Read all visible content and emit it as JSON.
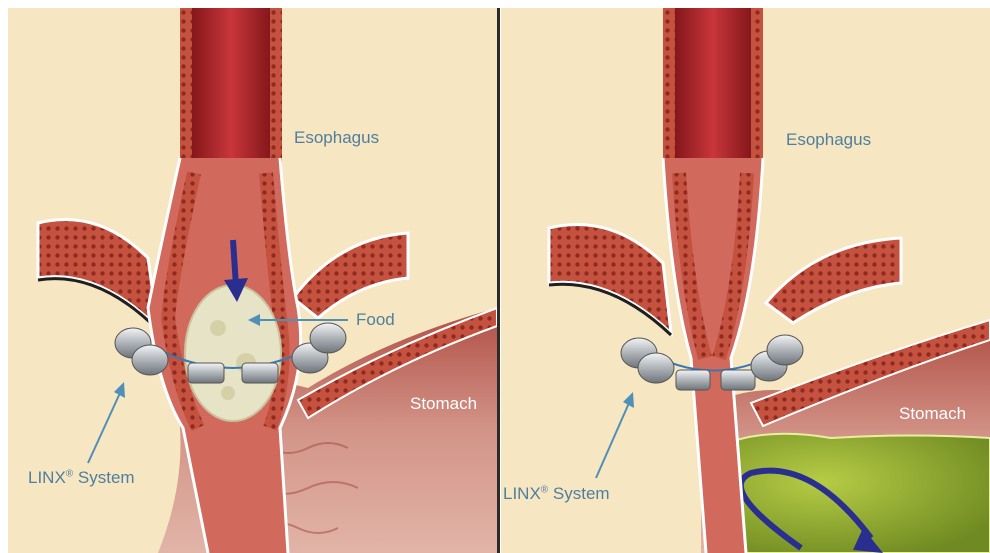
{
  "panels": [
    {
      "id": "left",
      "labels": {
        "esophagus": "Esophagus",
        "food": "Food",
        "stomach": "Stomach",
        "linx_name": "LINX",
        "linx_registered": "®",
        "linx_suffix": " System"
      }
    },
    {
      "id": "right",
      "labels": {
        "esophagus": "Esophagus",
        "stomach": "Stomach",
        "linx_name": "LINX",
        "linx_registered": "®",
        "linx_suffix": " System"
      }
    }
  ],
  "colors": {
    "background": "#f6e6c2",
    "esophagus_lumen": "#b3262a",
    "muscle_wall": "#c85a4a",
    "stomach_tissue": "#c97a70",
    "food_bolus": "#e7e3c6",
    "reflux_acid": "#9bb537",
    "linx_device": "#c4c8cc",
    "arrow_blue": "#2a2f8f",
    "label_blue": "#4f7f9e",
    "divider": "#2b2b2b"
  },
  "icons": [
    "downward-arrow-icon",
    "curved-reflux-arrow-icon",
    "pointer-arrow-icon"
  ]
}
